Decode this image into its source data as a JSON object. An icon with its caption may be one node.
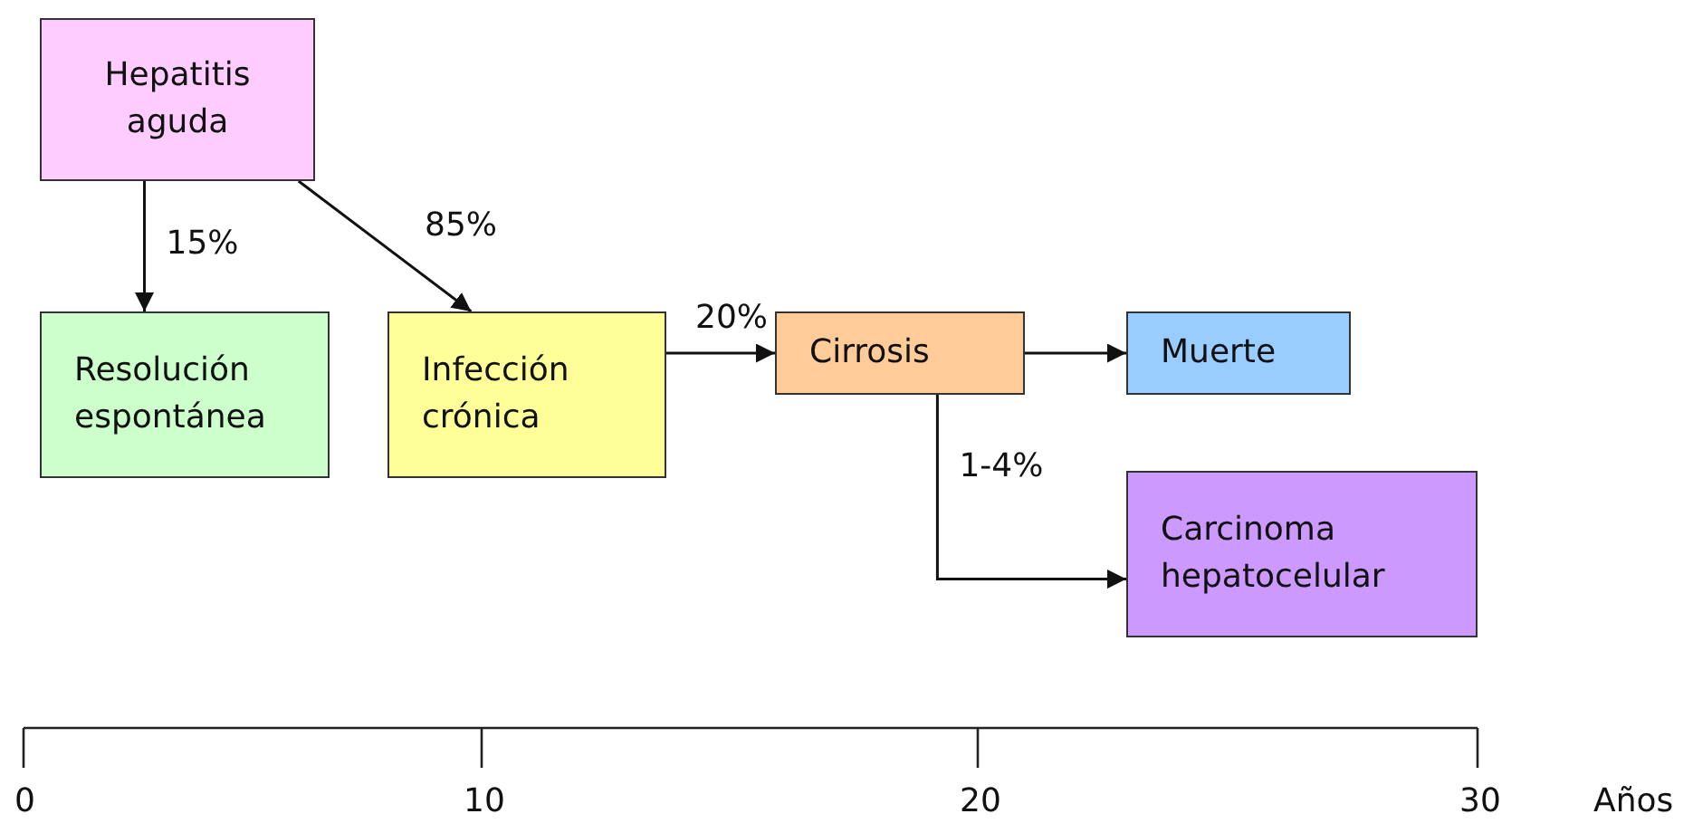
{
  "diagram": {
    "nodes": [
      {
        "text": [
          "Hepatitis aguda"
        ]
      },
      {
        "text": [
          "Resolución espontánea"
        ]
      },
      {
        "text": [
          "Infección crónica"
        ]
      },
      {
        "text": [
          "Cirrosis"
        ]
      },
      {
        "text": [
          "Muerte"
        ]
      },
      {
        "text": [
          "Carcinoma hepatocelular"
        ]
      }
    ],
    "edges": [
      {
        "from": 0,
        "to": 1,
        "arrow": "to",
        "label": "15%"
      },
      {
        "from": 0,
        "to": 2,
        "arrow": "to",
        "label": "85%"
      },
      {
        "from": 2,
        "to": 3,
        "arrow": "to",
        "label": "20%"
      },
      {
        "from": 3,
        "to": 4,
        "arrow": "to"
      },
      {
        "from": 3,
        "to": 5,
        "arrow": "to",
        "label": "1-4%"
      }
    ],
    "labels": [
      "0",
      "10",
      "20",
      "30",
      "Años"
    ]
  }
}
